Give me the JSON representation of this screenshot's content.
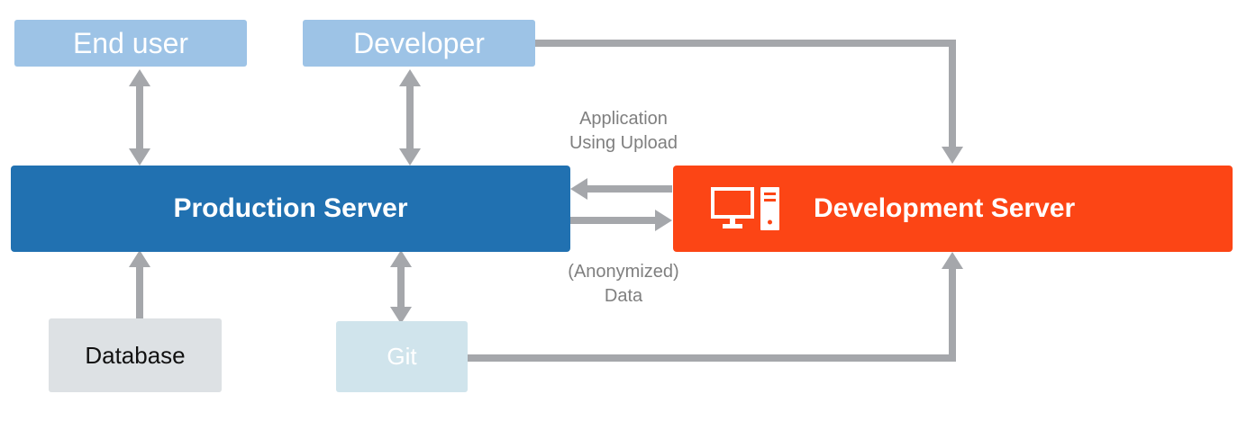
{
  "nodes": {
    "end_user": "End user",
    "developer": "Developer",
    "production_server": "Production Server",
    "development_server": "Development Server",
    "database": "Database",
    "git": "Git"
  },
  "edge_labels": {
    "upload_line1": "Application",
    "upload_line2": "Using Upload",
    "data_line1": "(Anonymized)",
    "data_line2": "Data"
  },
  "icons": {
    "development_server_icon": "computer-icon"
  },
  "colors": {
    "user_boxes": "#9dc3e6",
    "production_server": "#2171b1",
    "development_server": "#fc4515",
    "database": "#dde1e4",
    "git": "#d0e4ec",
    "connectors": "#a5a7ab",
    "edge_labels": "#7f7f7f"
  }
}
